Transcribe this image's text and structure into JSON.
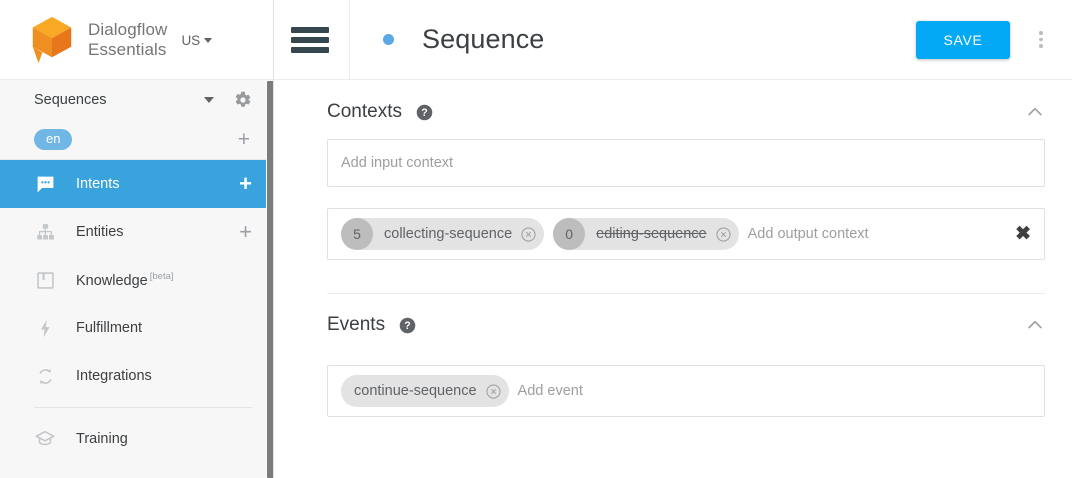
{
  "sidebar": {
    "brand": {
      "line1": "Dialogflow",
      "line2": "Essentials",
      "logo_icon": "dialogflow-cube-logo"
    },
    "region": {
      "label": "US",
      "icon": "chevron-down-icon"
    },
    "agent": {
      "name": "Sequences",
      "caret_icon": "chevron-down-icon",
      "settings_icon": "gear-icon"
    },
    "language": {
      "chip": "en",
      "add_icon": "plus-icon"
    },
    "items": [
      {
        "label": "Intents",
        "icon": "intents-chat-icon",
        "active": true,
        "add": "+"
      },
      {
        "label": "Entities",
        "icon": "entities-hierarchy-icon",
        "active": false,
        "add": "+"
      },
      {
        "label": "Knowledge",
        "icon": "knowledge-book-icon",
        "active": false,
        "badge": "[beta]"
      },
      {
        "label": "Fulfillment",
        "icon": "fulfillment-bolt-icon",
        "active": false
      },
      {
        "label": "Integrations",
        "icon": "integrations-sync-icon",
        "active": false
      },
      {
        "label": "Training",
        "icon": "training-cap-icon",
        "active": false
      }
    ],
    "scrollbar": "sidebar-scrollbar"
  },
  "topbar": {
    "menu_icon": "hamburger-menu-icon",
    "status_dot": "intent-status-dot",
    "title": "Sequence",
    "save_label": "SAVE",
    "more_icon": "kebab-menu-icon"
  },
  "sections": [
    {
      "id": "contexts",
      "title": "Contexts",
      "help_icon": "help-circle-icon",
      "collapse_icon": "chevron-up-icon",
      "input_context": {
        "placeholder": "Add input context",
        "chips": []
      },
      "output_context": {
        "placeholder": "Add output context",
        "clear_icon": "close-x-icon",
        "chips": [
          {
            "count": "5",
            "name": "collecting-sequence",
            "expired": false,
            "remove_icon": "remove-circle-icon"
          },
          {
            "count": "0",
            "name": "editing-sequence",
            "expired": true,
            "remove_icon": "remove-circle-icon"
          }
        ]
      }
    },
    {
      "id": "events",
      "title": "Events",
      "help_icon": "help-circle-icon",
      "collapse_icon": "chevron-up-icon",
      "events": {
        "placeholder": "Add event",
        "chips": [
          {
            "name": "continue-sequence",
            "remove_icon": "remove-circle-icon"
          }
        ]
      }
    }
  ],
  "colors": {
    "accent_blue": "#03a9f4",
    "active_nav": "#39a3dd",
    "logo_orange": "#ef8f21",
    "chip_gray": "#e3e3e3",
    "sidebar_bg": "#f7f7f7"
  }
}
